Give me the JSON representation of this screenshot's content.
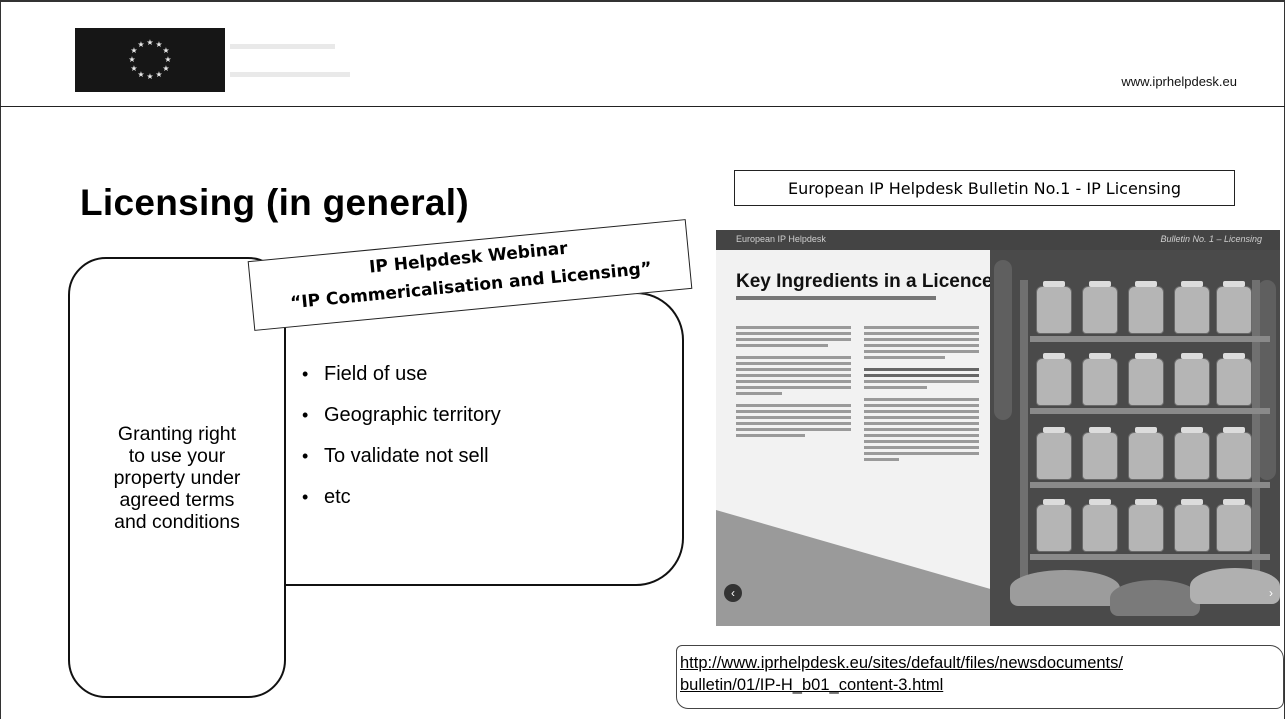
{
  "header": {
    "site_url": "www.iprhelpdesk.eu"
  },
  "title": "Licensing (in general)",
  "left_box": {
    "text_lines": [
      "Granting right",
      "to use your",
      "property under",
      "agreed terms",
      "and conditions"
    ]
  },
  "webinar": {
    "line1": "IP Helpdesk Webinar",
    "line2": "“IP Commericalisation and Licensing”"
  },
  "bullets": [
    "Field of use",
    "Geographic territory",
    "To validate not sell",
    "etc"
  ],
  "bulletin": {
    "caption": "European IP Helpdesk Bulletin No.1 - IP Licensing",
    "image": {
      "bar_left": "European IP Helpdesk",
      "bar_right": "Bulletin No. 1 – Licensing",
      "heading": "Key Ingredients in a Licence"
    }
  },
  "link": {
    "line1": "http://www.iprhelpdesk.eu/sites/default/files/newsdocuments/",
    "line2": "bulletin/01/IP-H_b01_content-3.html"
  }
}
